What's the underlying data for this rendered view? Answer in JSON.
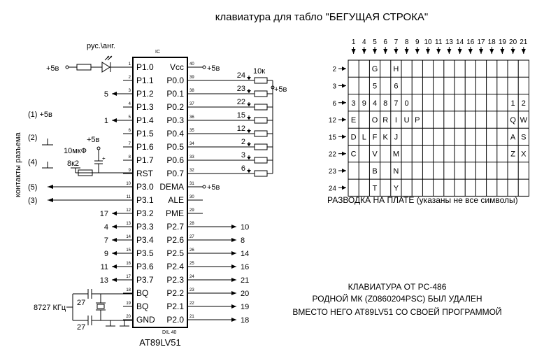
{
  "title": "клавиатура для табло \"БЕГУЩАЯ  СТРОКА\"",
  "chip": {
    "ic_label": "IC",
    "package_label": "DIL 40",
    "part_name": "AT89LV51",
    "left_pins": [
      {
        "num": "1",
        "name": "P1.0"
      },
      {
        "num": "2",
        "name": "P1.1"
      },
      {
        "num": "3",
        "name": "P1.2"
      },
      {
        "num": "4",
        "name": "P1.3"
      },
      {
        "num": "5",
        "name": "P1.4"
      },
      {
        "num": "6",
        "name": "P1.5"
      },
      {
        "num": "7",
        "name": "P1.6"
      },
      {
        "num": "8",
        "name": "P1.7"
      },
      {
        "num": "9",
        "name": "RST"
      },
      {
        "num": "10",
        "name": "P3.0"
      },
      {
        "num": "11",
        "name": "P3.1"
      },
      {
        "num": "12",
        "name": "P3.2"
      },
      {
        "num": "13",
        "name": "P3.3"
      },
      {
        "num": "14",
        "name": "P3.4"
      },
      {
        "num": "15",
        "name": "P3.5"
      },
      {
        "num": "16",
        "name": "P3.6"
      },
      {
        "num": "17",
        "name": "P3.7"
      },
      {
        "num": "18",
        "name": "BQ"
      },
      {
        "num": "19",
        "name": "BQ"
      },
      {
        "num": "20",
        "name": "GND"
      }
    ],
    "right_pins": [
      {
        "num": "40",
        "name": "Vcc"
      },
      {
        "num": "39",
        "name": "P0.0"
      },
      {
        "num": "38",
        "name": "P0.1"
      },
      {
        "num": "37",
        "name": "P0.2"
      },
      {
        "num": "36",
        "name": "P0.3"
      },
      {
        "num": "35",
        "name": "P0.4"
      },
      {
        "num": "34",
        "name": "P0.5"
      },
      {
        "num": "33",
        "name": "P0.6"
      },
      {
        "num": "32",
        "name": "P0.7"
      },
      {
        "num": "31",
        "name": "DEMA"
      },
      {
        "num": "30",
        "name": "ALE"
      },
      {
        "num": "29",
        "name": "PME"
      },
      {
        "num": "28",
        "name": "P2.7"
      },
      {
        "num": "27",
        "name": "P2.6"
      },
      {
        "num": "26",
        "name": "P2.5"
      },
      {
        "num": "25",
        "name": "P2.4"
      },
      {
        "num": "24",
        "name": "P2.3"
      },
      {
        "num": "23",
        "name": "P2.2"
      },
      {
        "num": "22",
        "name": "P2.1"
      },
      {
        "num": "21",
        "name": "P2.0"
      }
    ]
  },
  "left_ext": [
    "",
    "",
    "5",
    "",
    "1",
    "",
    "",
    "",
    "",
    "",
    "",
    "17",
    "4",
    "7",
    "9",
    "11",
    "13",
    "",
    "",
    ""
  ],
  "right_ext": [
    "",
    "24",
    "23",
    "22",
    "15",
    "12",
    "2",
    "3",
    "6",
    "",
    "",
    "",
    "10",
    "8",
    "14",
    "16",
    "21",
    "20",
    "19",
    "18"
  ],
  "labels": {
    "vcc_supply": "+5в",
    "led_supply": "+5в",
    "rst_supply": "+5в",
    "dema_supply": "+5в",
    "pullup_supply": "+5в",
    "led_label": "рус.\\анг.",
    "pullup_value": "10к",
    "cap_value": "10мкФ",
    "res_value": "8к2",
    "crystal_freq": "8727 КГц",
    "cap_top": "27",
    "cap_bottom": "27",
    "connector_title": "контакты разъема",
    "conn_pin1": "(1) +5в",
    "conn_pin2": "(2)",
    "conn_pin4": "(4)",
    "conn_pin5": "(5)",
    "conn_pin3": "(3)"
  },
  "matrix": {
    "col_labels": [
      "1",
      "4",
      "5",
      "6",
      "7",
      "8",
      "9",
      "10",
      "11",
      "13",
      "14",
      "16",
      "17",
      "18",
      "19",
      "20",
      "21"
    ],
    "row_labels": [
      "2",
      "3",
      "6",
      "12",
      "15",
      "22",
      "23",
      "24"
    ],
    "cells": [
      [
        "",
        "",
        "G",
        "",
        "H",
        "",
        "",
        "",
        "",
        "",
        "",
        "",
        "",
        "",
        "",
        "",
        ""
      ],
      [
        "",
        "",
        "5",
        "",
        "6",
        "",
        "",
        "",
        "",
        "",
        "",
        "",
        "",
        "",
        "",
        "",
        ""
      ],
      [
        "3",
        "9",
        "4",
        "8",
        "7",
        "0",
        "",
        "",
        "",
        "",
        "",
        "",
        "",
        "",
        "",
        "1",
        "2"
      ],
      [
        "E",
        "",
        "O",
        "R",
        "I",
        "U",
        "P",
        "",
        "",
        "",
        "",
        "",
        "",
        "",
        "",
        "Q",
        "W"
      ],
      [
        "D",
        "L",
        "F",
        "K",
        "J",
        "",
        "",
        "",
        "",
        "",
        "",
        "",
        "",
        "",
        "",
        "A",
        "S"
      ],
      [
        "C",
        "",
        "V",
        "",
        "M",
        "",
        "",
        "",
        "",
        "",
        "",
        "",
        "",
        "",
        "",
        "Z",
        "X"
      ],
      [
        "",
        "",
        "B",
        "",
        "N",
        "",
        "",
        "",
        "",
        "",
        "",
        "",
        "",
        "",
        "",
        "",
        ""
      ],
      [
        "",
        "",
        "T",
        "",
        "Y",
        "",
        "",
        "",
        "",
        "",
        "",
        "",
        "",
        "",
        "",
        "",
        ""
      ]
    ],
    "caption": "РАЗВОДКА НА ПЛАТЕ (указаны не все символы)"
  },
  "notes": [
    "КЛАВИАТУРА ОТ PC-486",
    "РОДНОЙ МК (Z0860204PSC) БЫЛ УДАЛЕН",
    "ВМЕСТО НЕГО AT89LV51 СО СВОЕЙ ПРОГРАММОЙ"
  ]
}
